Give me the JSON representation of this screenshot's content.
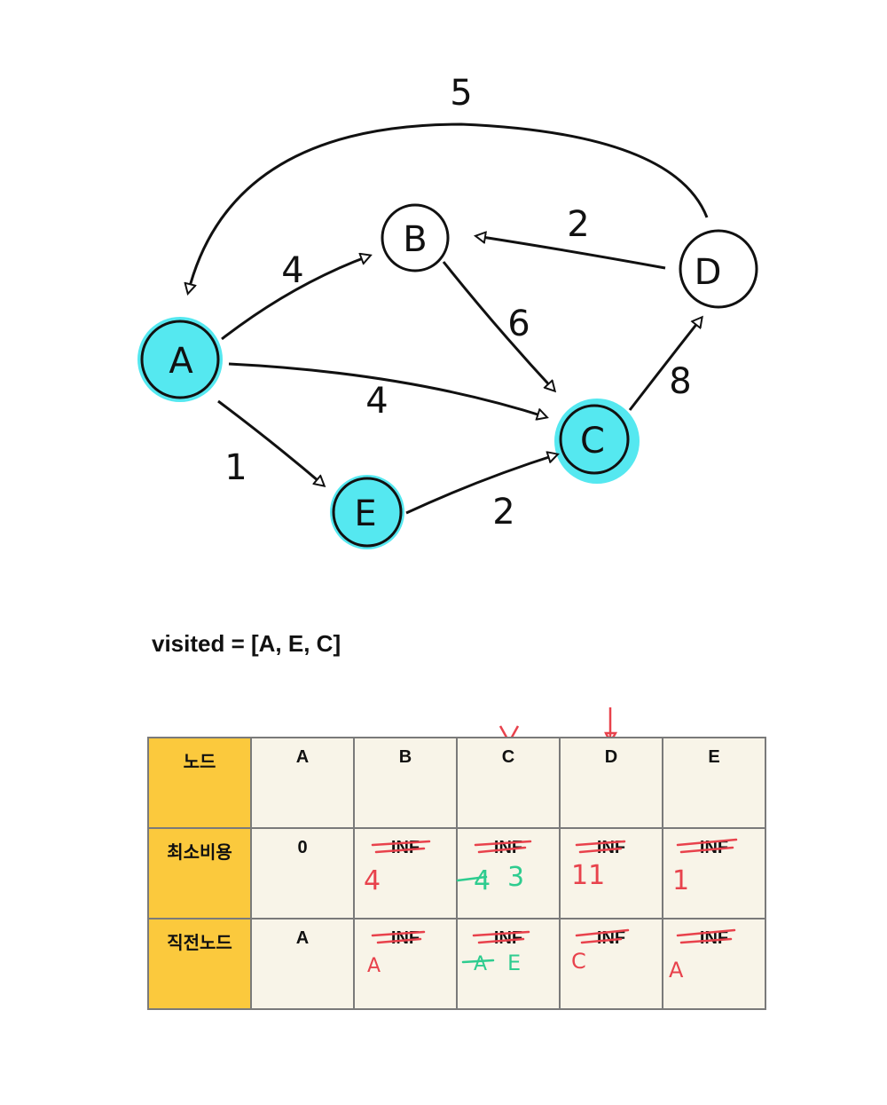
{
  "graph": {
    "nodes": [
      {
        "id": "A",
        "label": "A",
        "highlighted": true
      },
      {
        "id": "B",
        "label": "B",
        "highlighted": false
      },
      {
        "id": "C",
        "label": "C",
        "highlighted": true
      },
      {
        "id": "D",
        "label": "D",
        "highlighted": false
      },
      {
        "id": "E",
        "label": "E",
        "highlighted": true
      }
    ],
    "edges": [
      {
        "from": "A",
        "to": "B",
        "weight": "4"
      },
      {
        "from": "A",
        "to": "C",
        "weight": "4"
      },
      {
        "from": "A",
        "to": "E",
        "weight": "1"
      },
      {
        "from": "B",
        "to": "C",
        "weight": "6"
      },
      {
        "from": "D",
        "to": "B",
        "weight": "2"
      },
      {
        "from": "C",
        "to": "D",
        "weight": "8"
      },
      {
        "from": "E",
        "to": "C",
        "weight": "2"
      },
      {
        "from": "D",
        "to": "A",
        "weight": "5"
      }
    ],
    "highlight_color": "#55e8f0"
  },
  "visited_text": "visited = [A, E, C]",
  "table": {
    "header": {
      "label": "노드",
      "cols": [
        "A",
        "B",
        "C",
        "D",
        "E"
      ]
    },
    "cost_row": {
      "label": "최소비용",
      "cells": [
        {
          "value": "0",
          "struck": false,
          "notes": []
        },
        {
          "value": "INF",
          "struck": true,
          "notes": [
            {
              "text": "4",
              "color": "red",
              "struck": false
            }
          ]
        },
        {
          "value": "INF",
          "struck": true,
          "notes": [
            {
              "text": "4",
              "color": "green",
              "struck": true
            },
            {
              "text": "3",
              "color": "green",
              "struck": false
            }
          ]
        },
        {
          "value": "INF",
          "struck": true,
          "notes": [
            {
              "text": "11",
              "color": "red",
              "struck": false
            }
          ]
        },
        {
          "value": "INF",
          "struck": true,
          "notes": [
            {
              "text": "1",
              "color": "red",
              "struck": false
            }
          ]
        }
      ]
    },
    "prev_row": {
      "label": "직전노드",
      "cells": [
        {
          "value": "A",
          "struck": false,
          "notes": []
        },
        {
          "value": "INF",
          "struck": true,
          "notes": [
            {
              "text": "A",
              "color": "red",
              "struck": false
            }
          ]
        },
        {
          "value": "INF",
          "struck": true,
          "notes": [
            {
              "text": "A",
              "color": "green",
              "struck": true
            },
            {
              "text": "E",
              "color": "green",
              "struck": false
            }
          ]
        },
        {
          "value": "INF",
          "struck": true,
          "notes": [
            {
              "text": "C",
              "color": "red",
              "struck": false
            }
          ]
        },
        {
          "value": "INF",
          "struck": true,
          "notes": [
            {
              "text": "A",
              "color": "red",
              "struck": false
            }
          ]
        }
      ]
    },
    "column_marks": {
      "C": "check-mark",
      "D": "arrow-down-mark"
    },
    "colors": {
      "red": "#e8424c",
      "green": "#2ecc8f",
      "rowhead": "#fbc93d",
      "cell": "#f8f4e8"
    }
  }
}
